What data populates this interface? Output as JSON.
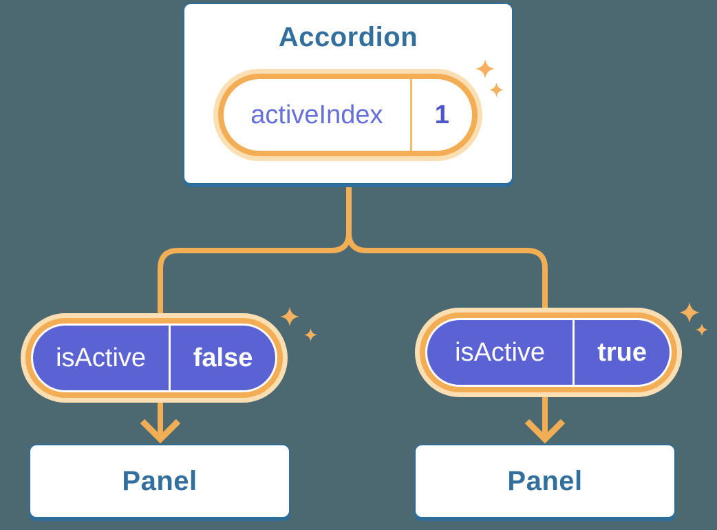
{
  "diagram": {
    "description": "Component tree showing state lifted to a parent Accordion and passed down as props to two Panels",
    "root": {
      "title": "Accordion",
      "state_pill": {
        "label": "activeIndex",
        "value": "1"
      }
    },
    "branches": [
      {
        "prop_pill": {
          "label": "isActive",
          "value": "false"
        },
        "panel": {
          "label": "Panel"
        }
      },
      {
        "prop_pill": {
          "label": "isActive",
          "value": "true"
        },
        "panel": {
          "label": "Panel"
        }
      }
    ]
  },
  "icons": {
    "sparkle": "sparkle-icon"
  },
  "colors": {
    "background": "#4C6972",
    "box_fill": "#FFFFFF",
    "box_border_blue": "#2E6D99",
    "box_text_blue": "#336F9D",
    "connector_orange": "#F2AE55",
    "pill_ring_orange": "#F3AE55",
    "pill_halo_cream": "#FBDFB3",
    "pill_purple": "#5B62D3",
    "state_label_text": "#6670DA",
    "state_value_text": "#4D55C8",
    "state_divider_orange": "#F6BA6B",
    "prop_text_white": "#FFFFFF",
    "sparkle_orange": "#F5B160"
  }
}
